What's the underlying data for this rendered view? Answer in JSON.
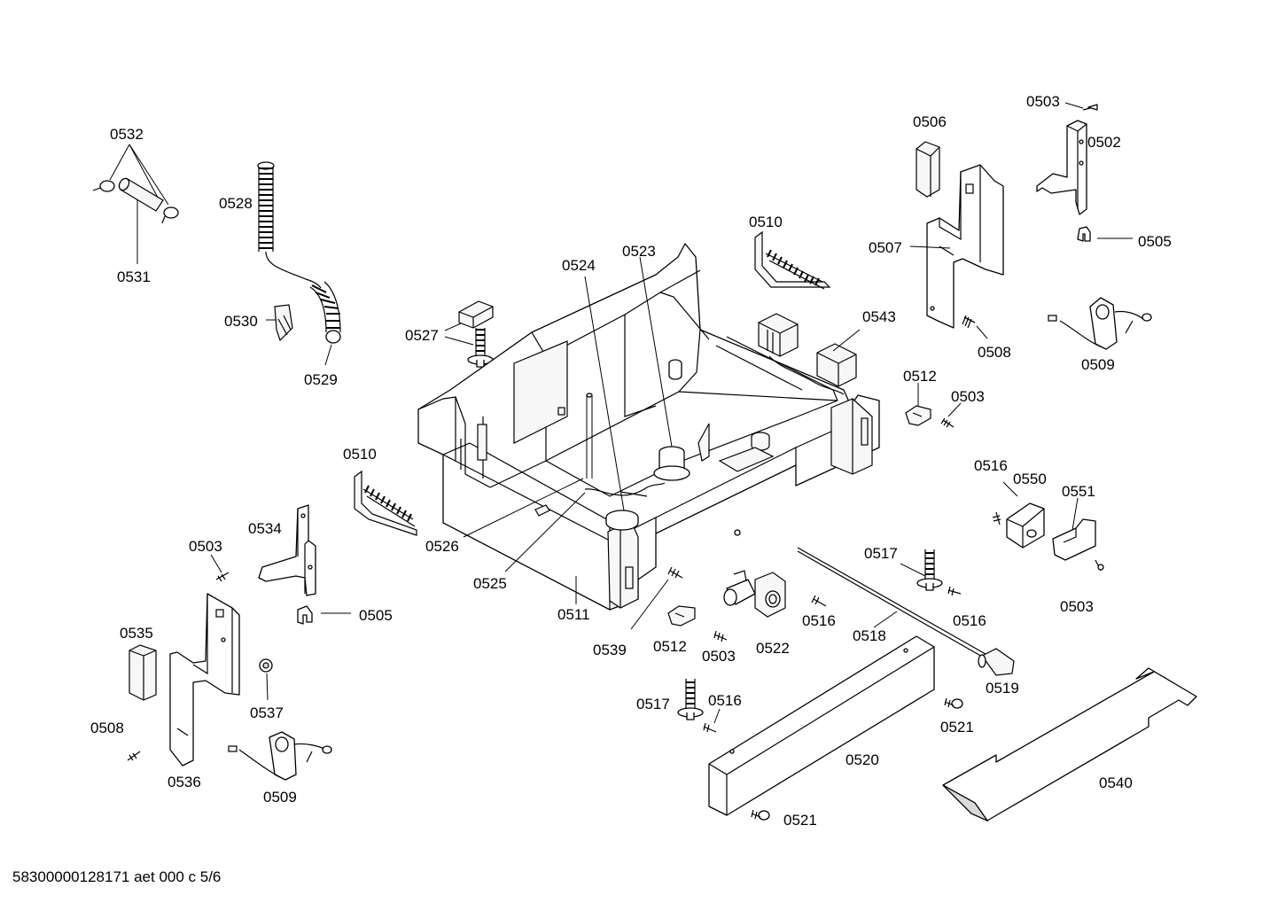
{
  "footer_text": "58300000128171 aet 000 c 5/6",
  "parts": {
    "p0532": "0532",
    "p0531": "0531",
    "p0528": "0528",
    "p0530": "0530",
    "p0529": "0529",
    "p0527": "0527",
    "p0524": "0524",
    "p0523": "0523",
    "p0510_top": "0510",
    "p0543": "0543",
    "p0506": "0506",
    "p0503_topright": "0503",
    "p0502": "0502",
    "p0507": "0507",
    "p0505_right": "0505",
    "p0508_right": "0508",
    "p0509_right": "0509",
    "p0512_right": "0512",
    "p0503_mid": "0503",
    "p0516_a": "0516",
    "p0550": "0550",
    "p0551": "0551",
    "p0503_r2": "0503",
    "p0510_left": "0510",
    "p0526": "0526",
    "p0525": "0525",
    "p0511": "0511",
    "p0534": "0534",
    "p0503_left": "0503",
    "p0505_left": "0505",
    "p0535": "0535",
    "p0537": "0537",
    "p0508_left": "0508",
    "p0536": "0536",
    "p0509_left": "0509",
    "p0539": "0539",
    "p0512_mid": "0512",
    "p0503_bottom": "0503",
    "p0522": "0522",
    "p0516_b": "0516",
    "p0517_a": "0517",
    "p0516_c": "0516",
    "p0518": "0518",
    "p0519": "0519",
    "p0517_b": "0517",
    "p0516_d": "0516",
    "p0521_a": "0521",
    "p0520": "0520",
    "p0521_b": "0521",
    "p0540": "0540"
  }
}
